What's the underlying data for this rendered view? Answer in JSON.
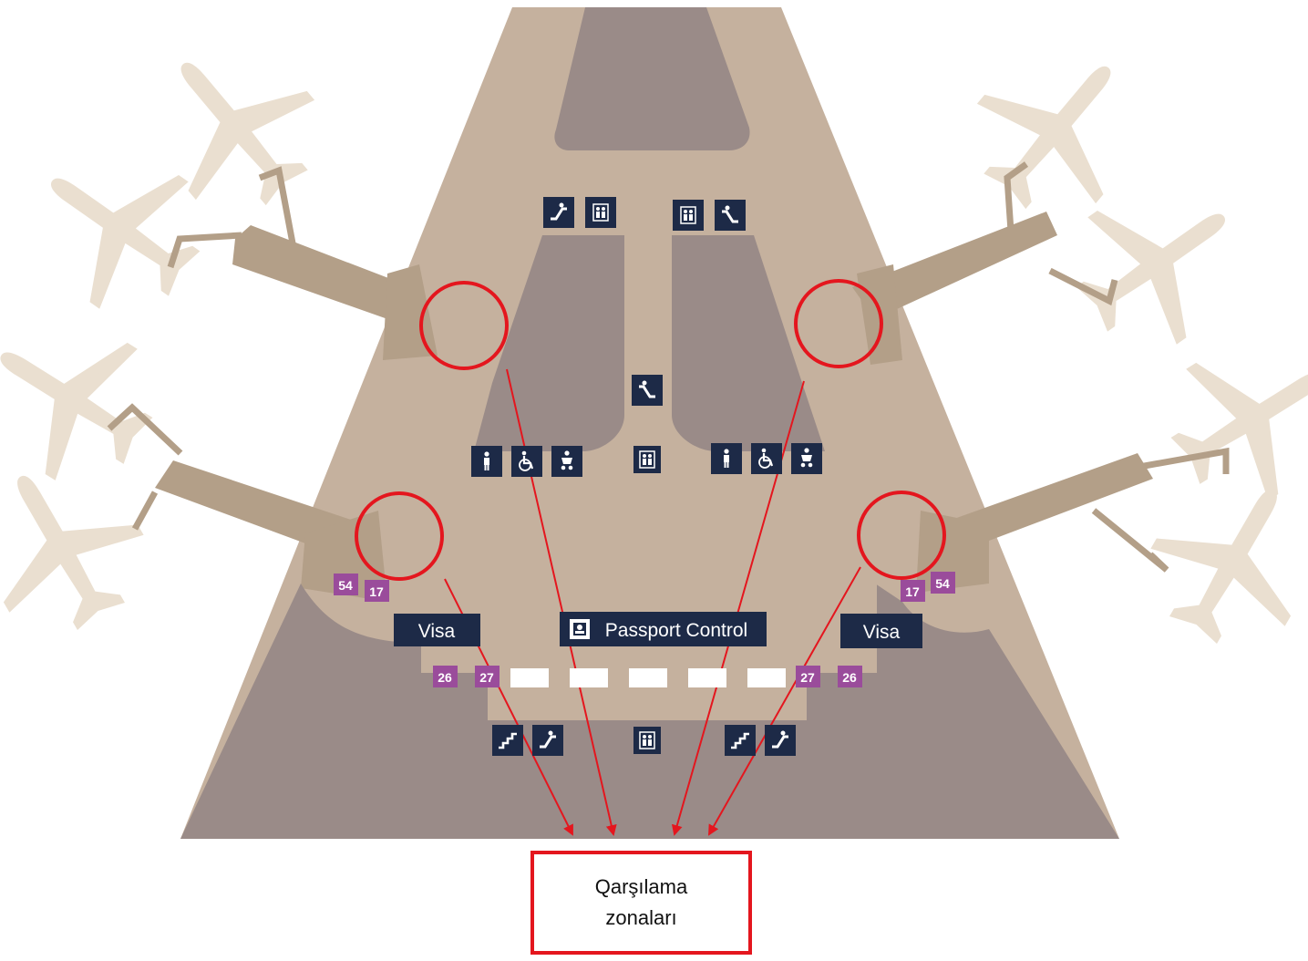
{
  "signs": {
    "passport_control": "Passport Control",
    "visa_left": "Visa",
    "visa_right": "Visa"
  },
  "badges": {
    "left_54": "54",
    "left_17": "17",
    "right_17": "17",
    "right_54": "54",
    "bottom_left_26": "26",
    "bottom_left_27": "27",
    "bottom_right_27": "27",
    "bottom_right_26": "26"
  },
  "meeting_zone": {
    "label": "Qarşılama zonaları"
  },
  "colors": {
    "terminal_floor": "#c5b19e",
    "dark_zone": "#9a8b88",
    "aircraft": "#eadfd0",
    "jet_bridge": "#b39f88",
    "sign_bg": "#1d2a47",
    "badge_bg": "#9a4c9b",
    "highlight": "#e4161e"
  },
  "icons": [
    "escalator-up-icon",
    "elevator-icon",
    "escalator-down-icon",
    "toilet-icon",
    "wheelchair-icon",
    "baby-change-icon",
    "stairs-icon",
    "passport-icon"
  ]
}
